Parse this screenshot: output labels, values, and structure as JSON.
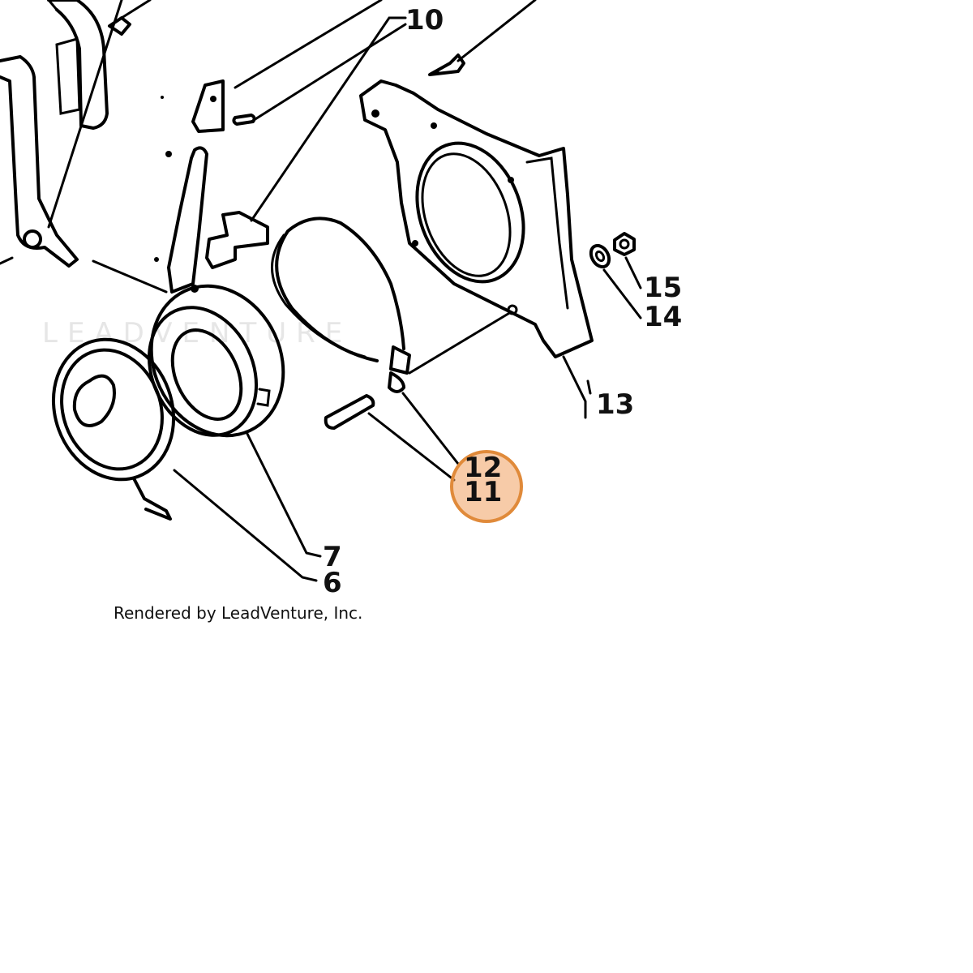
{
  "watermark": "LEADVENTURE",
  "credit": "Rendered by LeadVenture, Inc.",
  "highlight_color": "#F0A060",
  "callouts": {
    "c6": "6",
    "c7": "7",
    "c10": "10",
    "c11": "11",
    "c12": "12",
    "c13": "13",
    "c14": "14",
    "c15": "15"
  }
}
